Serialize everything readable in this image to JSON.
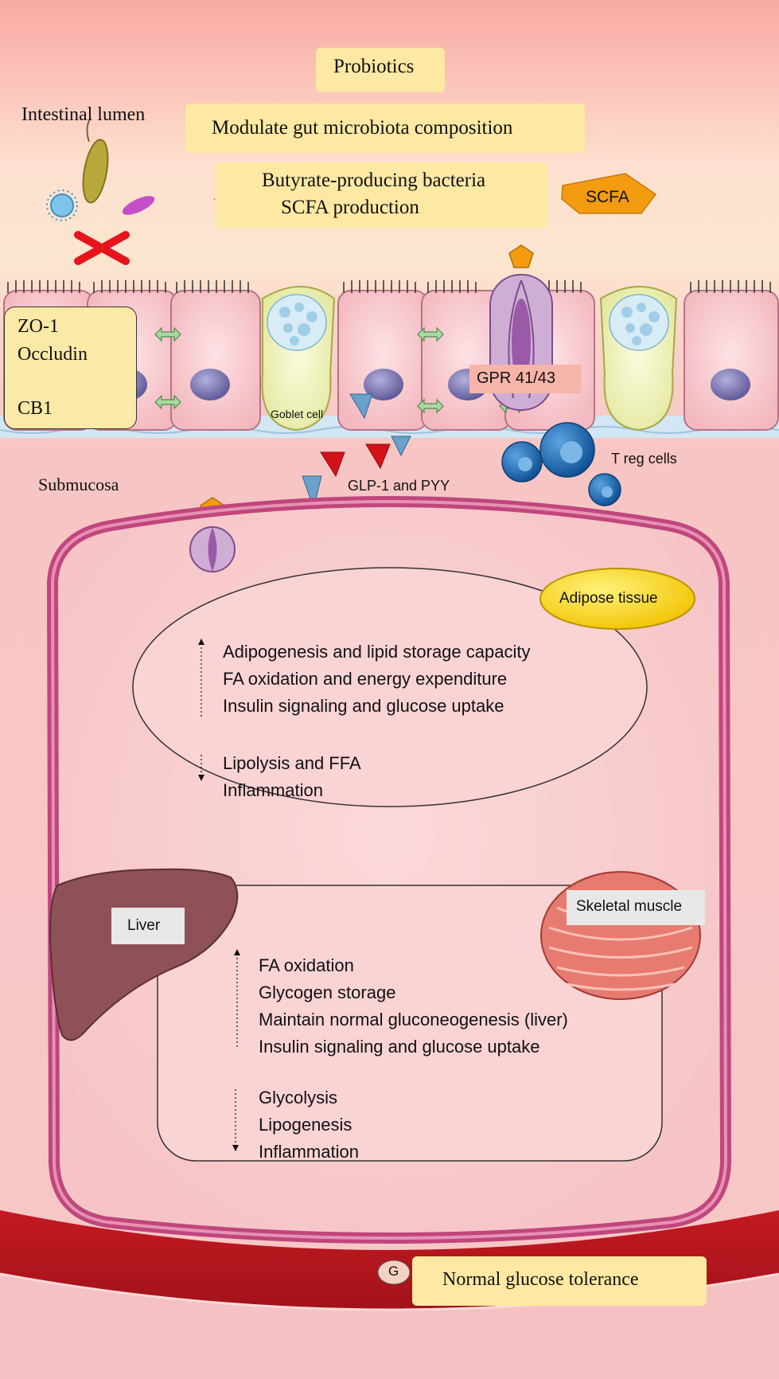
{
  "probiotics": {
    "title": "Probiotics",
    "modulate": "Modulate gut microbiota composition",
    "increase_line1": "Butyrate-producing  bacteria",
    "increase_line2": "SCFA production",
    "scfa": "SCFA"
  },
  "lumen": {
    "label": "Intestinal  lumen"
  },
  "junctions": {
    "zo1": "ZO-1",
    "occludin": "Occludin",
    "cb1": "CB1"
  },
  "epithelium": {
    "goblet": "Goblet cell",
    "gpr": "GPR 41/43",
    "glp": "GLP-1 and PYY",
    "treg": "T reg cells"
  },
  "submucosa": {
    "label": "Submucosa"
  },
  "adipose": {
    "title": "Adipose tissue",
    "up": [
      "Adipogenesis and lipid storage capacity",
      "FA oxidation and energy expenditure",
      "Insulin signaling and glucose uptake"
    ],
    "down": [
      "Lipolysis and FFA",
      "Inflammation"
    ]
  },
  "liver_muscle": {
    "liver": "Liver",
    "muscle": "Skeletal muscle",
    "up": [
      "FA oxidation",
      "Glycogen storage",
      "Maintain normal gluconeogenesis  (liver)",
      "Insulin signaling and glucose uptake"
    ],
    "down": [
      "Glycolysis",
      "Lipogenesis",
      "Inflammation"
    ]
  },
  "blood": {
    "g": "G",
    "tolerance": "Normal glucose tolerance"
  },
  "colors": {
    "background_top": "#fbd3c9",
    "background_pink": "#f8c9c9",
    "yellow_box": "#fde9a3",
    "membrane": "#c0467e",
    "blood": "#b5121b",
    "scfa_orange": "#f39c12",
    "adipose_yellow": "#ffe000",
    "liver_brown": "#8e5158",
    "red_x": "#e8141c"
  }
}
